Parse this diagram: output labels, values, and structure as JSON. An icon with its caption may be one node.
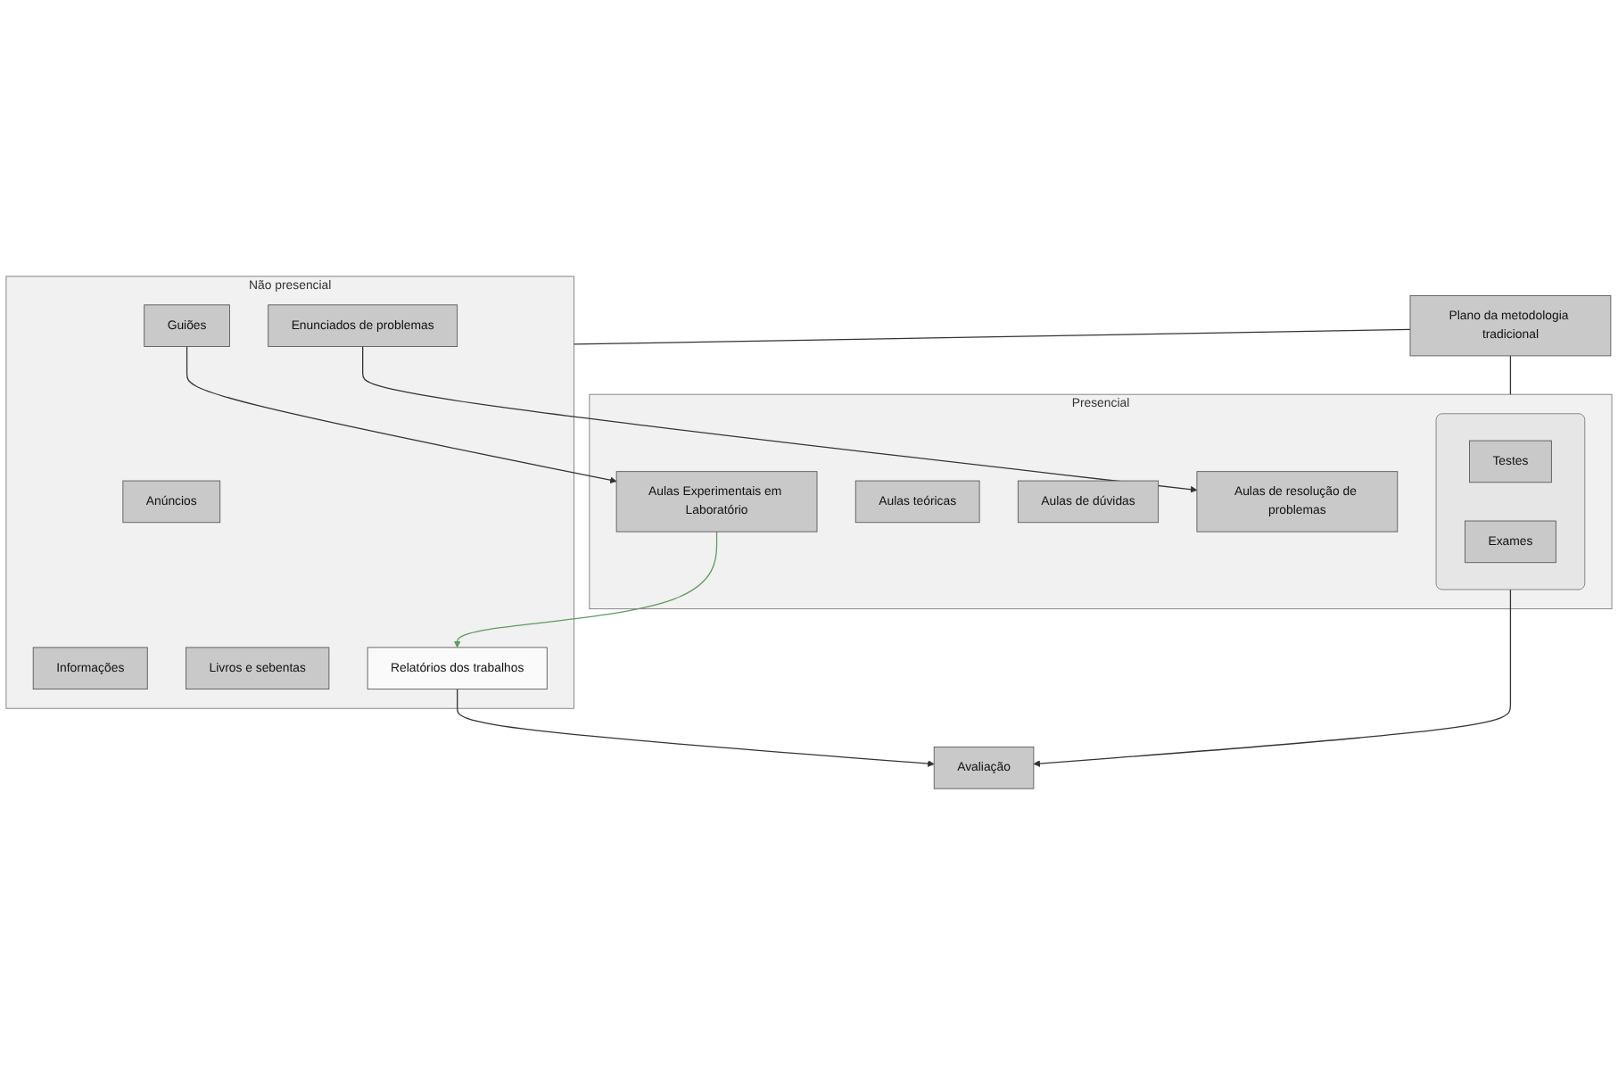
{
  "diagram": {
    "nodes": [
      {
        "text": [
          "Plano da metodologia tradicional"
        ]
      },
      {
        "text": [
          "Não presencial"
        ]
      },
      {
        "text": [
          "Anúncios"
        ],
        "in": 1
      },
      {
        "text": [
          "Informações"
        ],
        "in": 1
      },
      {
        "text": [
          "Enunciados de problemas"
        ],
        "in": 1
      },
      {
        "text": [
          "Guiões"
        ],
        "in": 1
      },
      {
        "text": [
          "Livros e sebentas"
        ],
        "in": 1
      },
      {
        "text": [
          "Relatórios dos trabalhos"
        ],
        "in": 1
      },
      {
        "text": [
          "Presencial"
        ]
      },
      {
        "text": [
          "Aulas teóricas"
        ],
        "in": 8
      },
      {
        "text": [
          "Aulas de dúvidas"
        ],
        "in": 8
      },
      {
        "text": [
          "Aulas de resolução de problemas"
        ],
        "in": 8
      },
      {
        "text": [
          "Aulas Experimentais em Laboratório"
        ],
        "in": 8
      },
      {
        "text": [],
        "shape": "box",
        "in": 8
      },
      {
        "text": [
          "Testes"
        ],
        "in": 13
      },
      {
        "text": [
          "Exames"
        ],
        "in": 13
      },
      {
        "text": [
          "Avaliação"
        ]
      }
    ],
    "edges": [
      {
        "from": 0,
        "to": 1,
        "arrow": "none"
      },
      {
        "from": 0,
        "to": 8,
        "arrow": "none"
      },
      {
        "from": 4,
        "to": 11,
        "arrow": "to"
      },
      {
        "from": 5,
        "to": 12,
        "arrow": "to"
      },
      {
        "from": 12,
        "to": 7,
        "arrow": "to",
        "color": "#5f9a5f"
      },
      {
        "from": 7,
        "to": 16,
        "arrow": "to"
      },
      {
        "from": 13,
        "to": 16,
        "arrow": "to"
      }
    ]
  }
}
